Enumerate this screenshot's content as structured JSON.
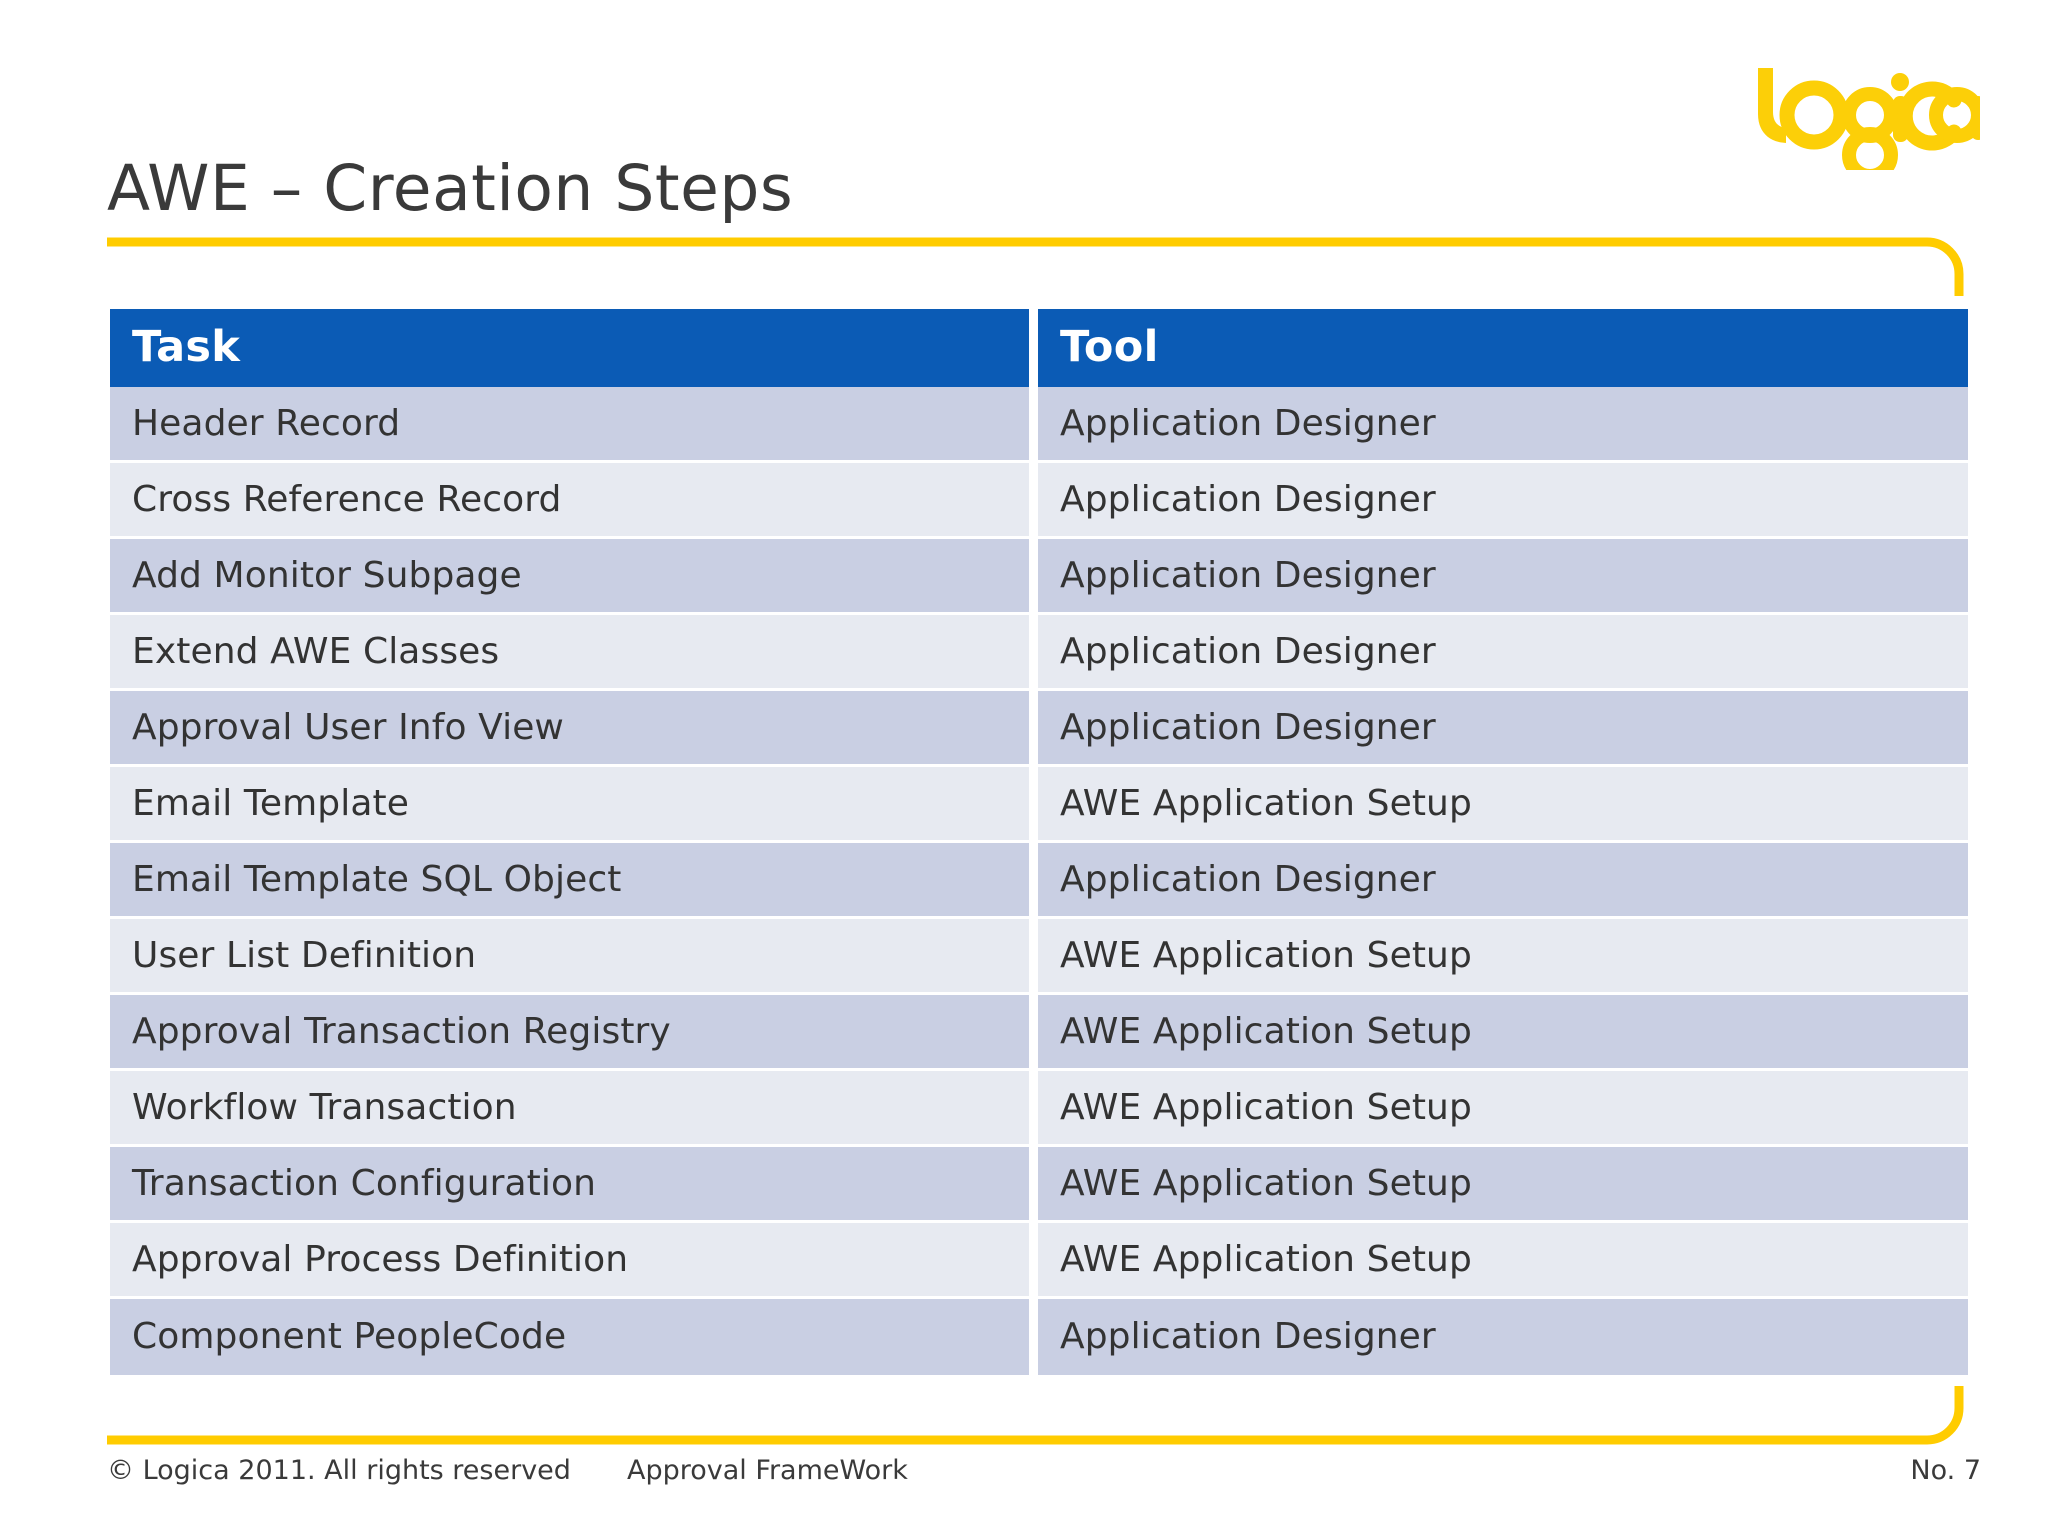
{
  "slide": {
    "title": "AWE – Creation Steps",
    "page_number_label": "No. 7"
  },
  "brand": {
    "logo_text": "logica",
    "logo_color": "#FCCF08",
    "accent_rule_color": "#FFCC00",
    "header_blue": "#0B5BB5",
    "row_dark": "#C9CFE3",
    "row_light": "#E7EAF1",
    "title_color": "#3A3A3A"
  },
  "table": {
    "columns": [
      "Task",
      "Tool"
    ],
    "rows": [
      {
        "task": "Header Record",
        "tool": "Application Designer"
      },
      {
        "task": "Cross Reference Record",
        "tool": "Application Designer"
      },
      {
        "task": "Add Monitor Subpage",
        "tool": "Application Designer"
      },
      {
        "task": "Extend AWE Classes",
        "tool": "Application Designer"
      },
      {
        "task": "Approval User Info View",
        "tool": "Application Designer"
      },
      {
        "task": "Email Template",
        "tool": "AWE Application Setup"
      },
      {
        "task": "Email Template SQL Object",
        "tool": "Application Designer"
      },
      {
        "task": "User List Definition",
        "tool": "AWE Application Setup"
      },
      {
        "task": "Approval Transaction Registry",
        "tool": "AWE Application Setup"
      },
      {
        "task": "Workflow Transaction",
        "tool": "AWE Application Setup"
      },
      {
        "task": "Transaction Configuration",
        "tool": "AWE Application Setup"
      },
      {
        "task": "Approval Process Definition",
        "tool": "AWE Application Setup"
      },
      {
        "task": "Component PeopleCode",
        "tool": "Application Designer"
      }
    ]
  },
  "footer": {
    "copyright": "© Logica 2011. All rights reserved",
    "subject": "Approval FrameWork",
    "page": "No. 7"
  }
}
